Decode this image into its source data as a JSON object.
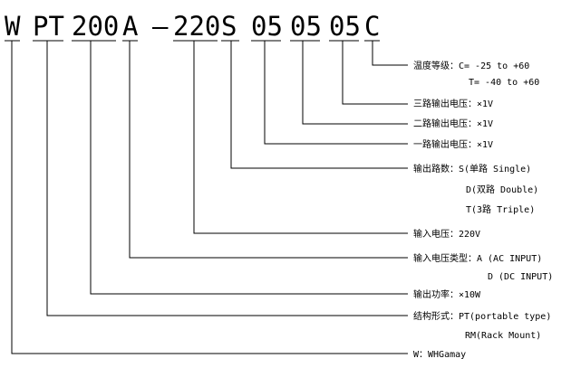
{
  "code": {
    "tokens": [
      "W",
      "PT",
      "200",
      "A",
      "–",
      "220",
      "S",
      "05",
      "05",
      "05",
      "C"
    ]
  },
  "labels": {
    "temp_grade": "温度等级：C= -25 to +60",
    "temp_grade_t": "T= -40 to +60",
    "out3": "三路输出电压：×1V",
    "out2": "二路输出电压：×1V",
    "out1": "一路输出电压：×1V",
    "out_channels": "输出路数：S(单路 Single)",
    "out_channels_d": "D(双路 Double)",
    "out_channels_t": "T(3路 Triple)",
    "input_voltage": "输入电压：220V",
    "input_type": "输入电压类型：A (AC INPUT)",
    "input_type_d": "D (DC INPUT)",
    "output_power": "输出功率：×10W",
    "structure": "结构形式：PT(portable type)",
    "structure_rm": "RM(Rack Mount)",
    "brand": "W：WHGamay"
  }
}
